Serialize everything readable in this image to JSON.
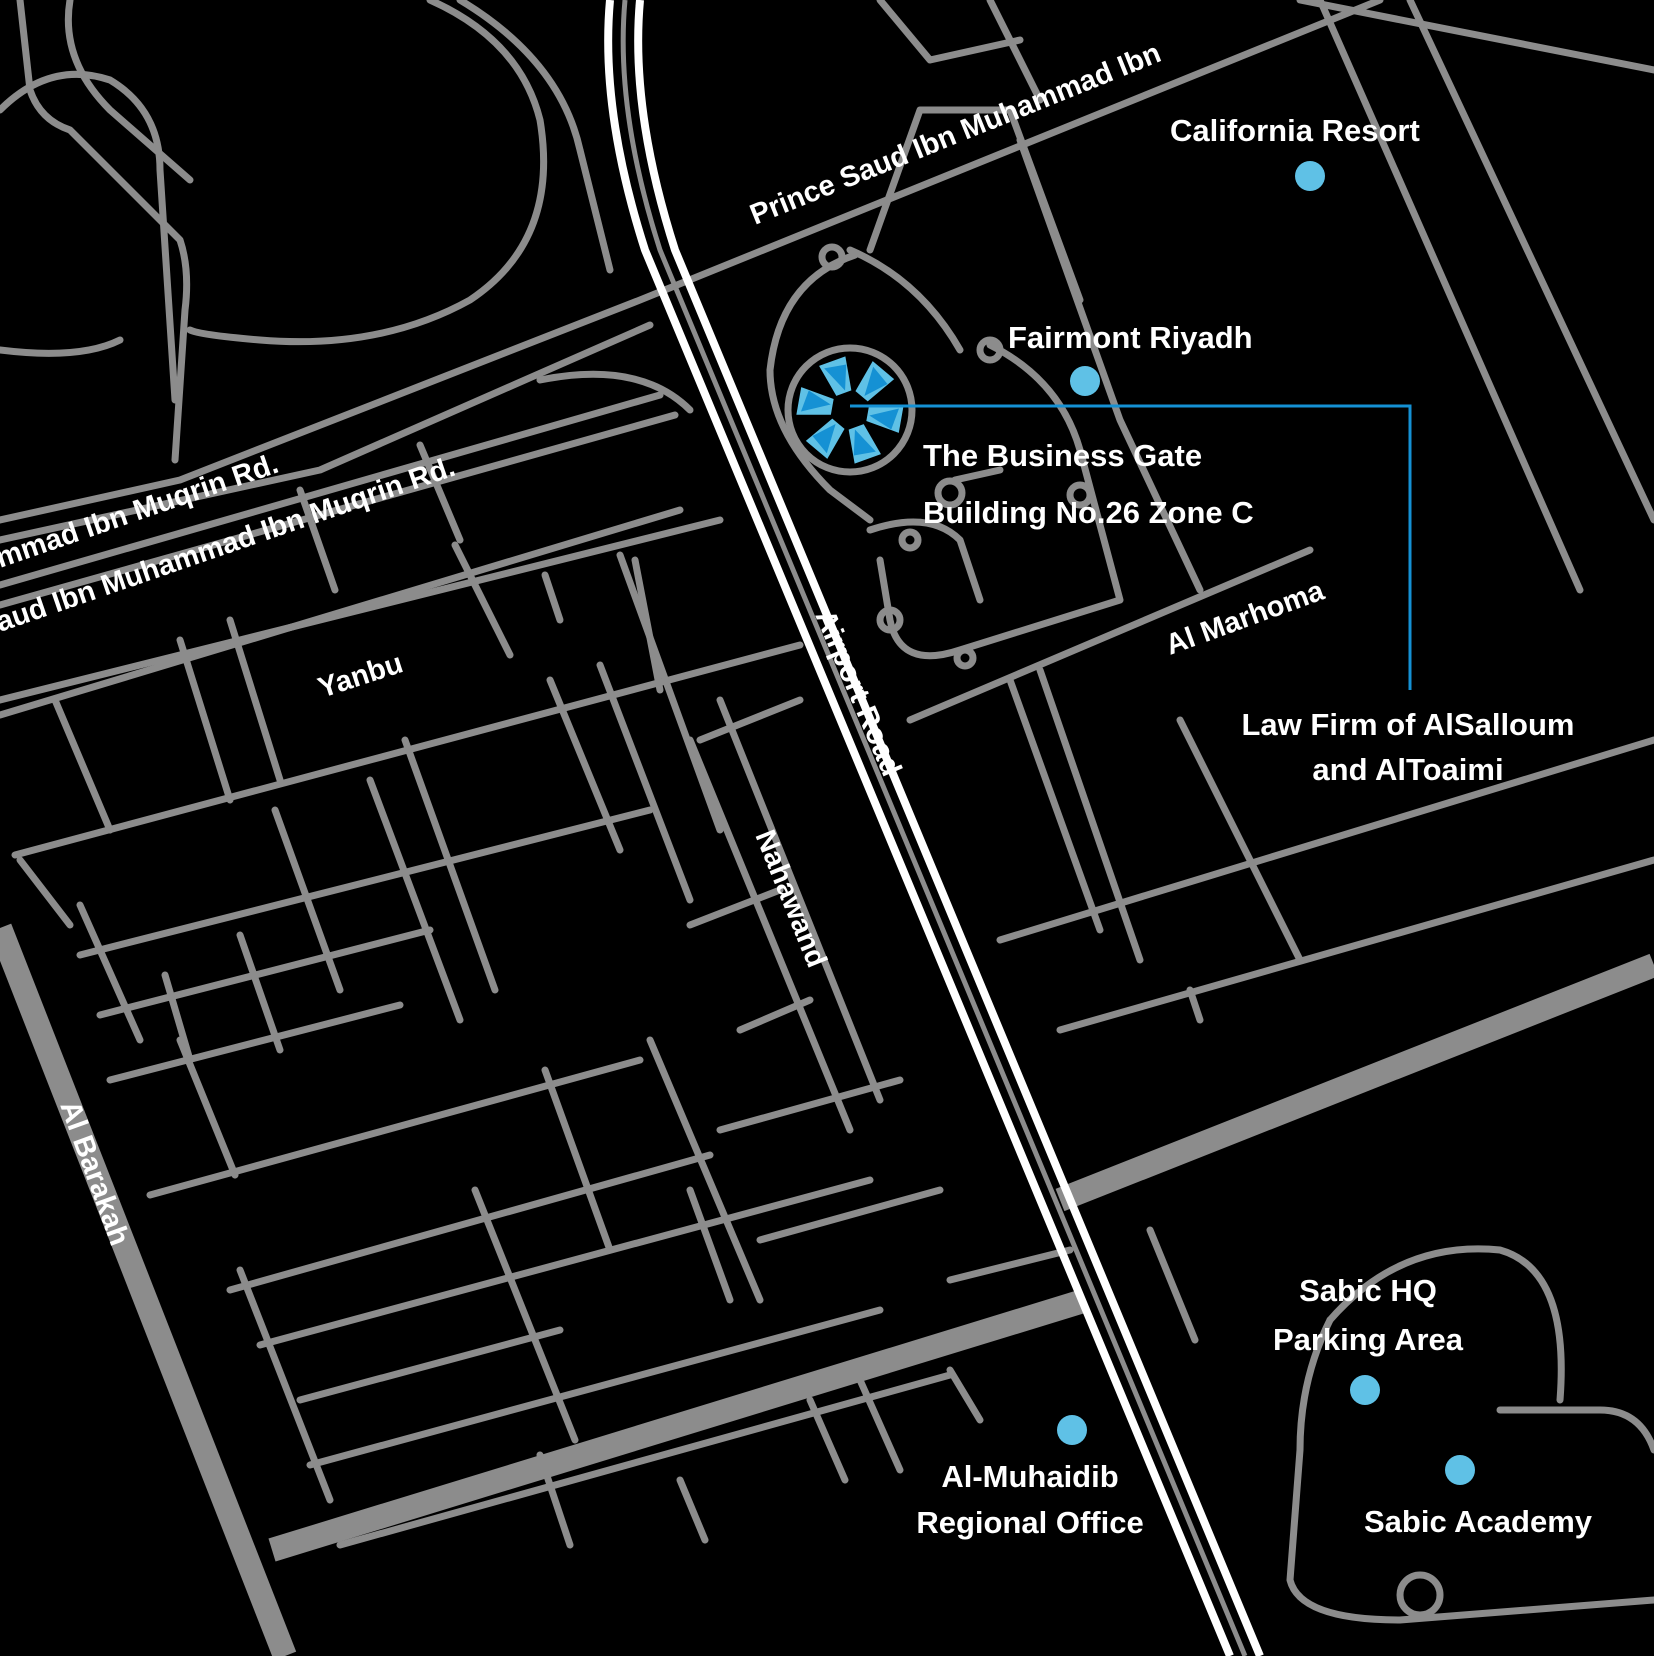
{
  "map": {
    "background": "#000000",
    "road_color": "#8c8c8c",
    "highway_color": "#ffffff",
    "accent_color": "#1591d4",
    "poi_color": "#5fc1e6",
    "roads": {
      "prince_saud_upper": "Prince Saud Ibn Muhammad Ibn",
      "muqrin_left": "mmad Ibn Muqrin Rd.",
      "saud_muqrin": "aud Ibn Muhammad Ibn Muqrin Rd.",
      "yanbu": "Yanbu",
      "al_marhoma": "Al Marhoma",
      "airport_road": "Airport Road",
      "nahawand": "Nahawand",
      "al_barakah": "Al Barakah"
    },
    "places": {
      "california_resort": "California Resort",
      "fairmont_riyadh": "Fairmont Riyadh",
      "business_gate_line1": "The Business Gate",
      "business_gate_line2": "Building No.26 Zone C",
      "law_firm_line1": "Law Firm of AlSalloum",
      "law_firm_line2": "and AlToaimi",
      "sabic_hq_line1": "Sabic HQ",
      "sabic_hq_line2": "Parking Area",
      "sabic_academy": "Sabic Academy",
      "muhaidib_line1": "Al-Muhaidib",
      "muhaidib_line2": "Regional Office"
    }
  }
}
